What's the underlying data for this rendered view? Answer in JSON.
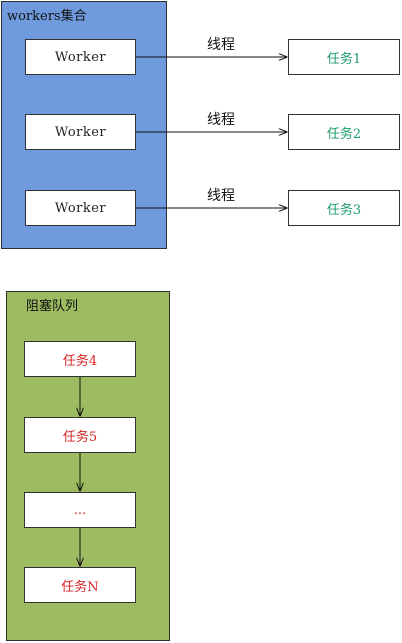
{
  "workers_group": {
    "title": "workers集合",
    "color": "#6f9bde",
    "workers": [
      {
        "label": "Worker"
      },
      {
        "label": "Worker"
      },
      {
        "label": "Worker"
      }
    ]
  },
  "threads": [
    {
      "label": "线程"
    },
    {
      "label": "线程"
    },
    {
      "label": "线程"
    }
  ],
  "running_tasks": [
    {
      "label": "任务1"
    },
    {
      "label": "任务2"
    },
    {
      "label": "任务3"
    }
  ],
  "queue_group": {
    "title": "阻塞队列",
    "color": "#9dbb61",
    "items": [
      {
        "label": "任务4"
      },
      {
        "label": "任务5"
      },
      {
        "label": "..."
      },
      {
        "label": "任务N"
      }
    ]
  },
  "colors": {
    "running_task_text": "#1a9d6a",
    "queued_task_text": "#d82424"
  }
}
